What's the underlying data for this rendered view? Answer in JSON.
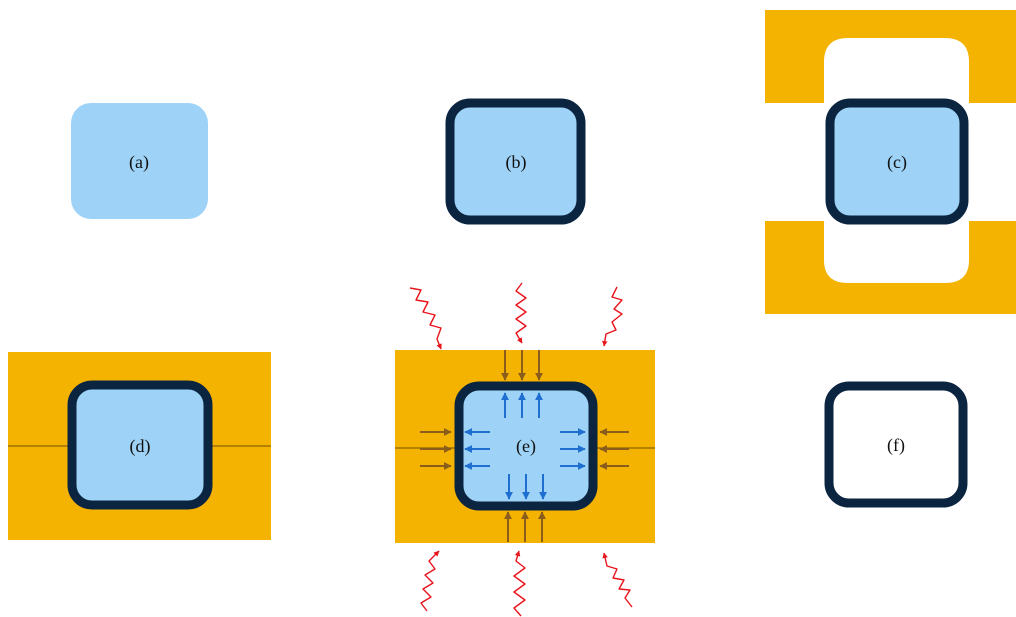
{
  "colors": {
    "core": "#9ed3f7",
    "shell": "#0b2540",
    "mold": "#f4b300",
    "seam": "#8a6400",
    "arrow_in": "#8a5d1c",
    "arrow_out": "#1f6fd0",
    "radiation": "#e8141c",
    "background": "#ffffff"
  },
  "panels": {
    "a": {
      "label": "(a)"
    },
    "b": {
      "label": "(b)"
    },
    "c": {
      "label": "(c)"
    },
    "d": {
      "label": "(d)"
    },
    "e": {
      "label": "(e)"
    },
    "f": {
      "label": "(f)"
    }
  },
  "icons": {
    "radiation": "wavy-arrow-icon",
    "pressure": "arrow-icon"
  }
}
